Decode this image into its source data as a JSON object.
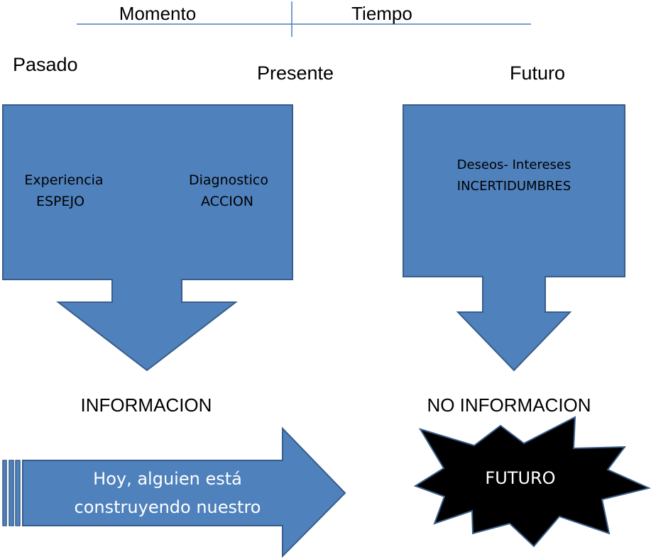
{
  "header": {
    "left_label": "Momento",
    "right_label": "Tiempo"
  },
  "timeline": {
    "pasado": "Pasado",
    "presente": "Presente",
    "futuro": "Futuro"
  },
  "left_box": {
    "col1_line1": "Experiencia",
    "col1_line2": "ESPEJO",
    "col2_line1": "Diagnostico",
    "col2_line2": "ACCION"
  },
  "right_box": {
    "line1": "Deseos- Intereses",
    "line2": "INCERTIDUMBRES"
  },
  "outcomes": {
    "left": "INFORMACION",
    "right": "NO INFORMACION"
  },
  "bottom_arrow": {
    "line1": "Hoy, alguien está",
    "line2": "construyendo nuestro"
  },
  "burst": {
    "label": "FUTURO"
  },
  "colors": {
    "box_fill": "#4F81BD",
    "box_stroke": "#385D8A",
    "line": "#4A7EBB",
    "burst_fill": "#000000"
  }
}
